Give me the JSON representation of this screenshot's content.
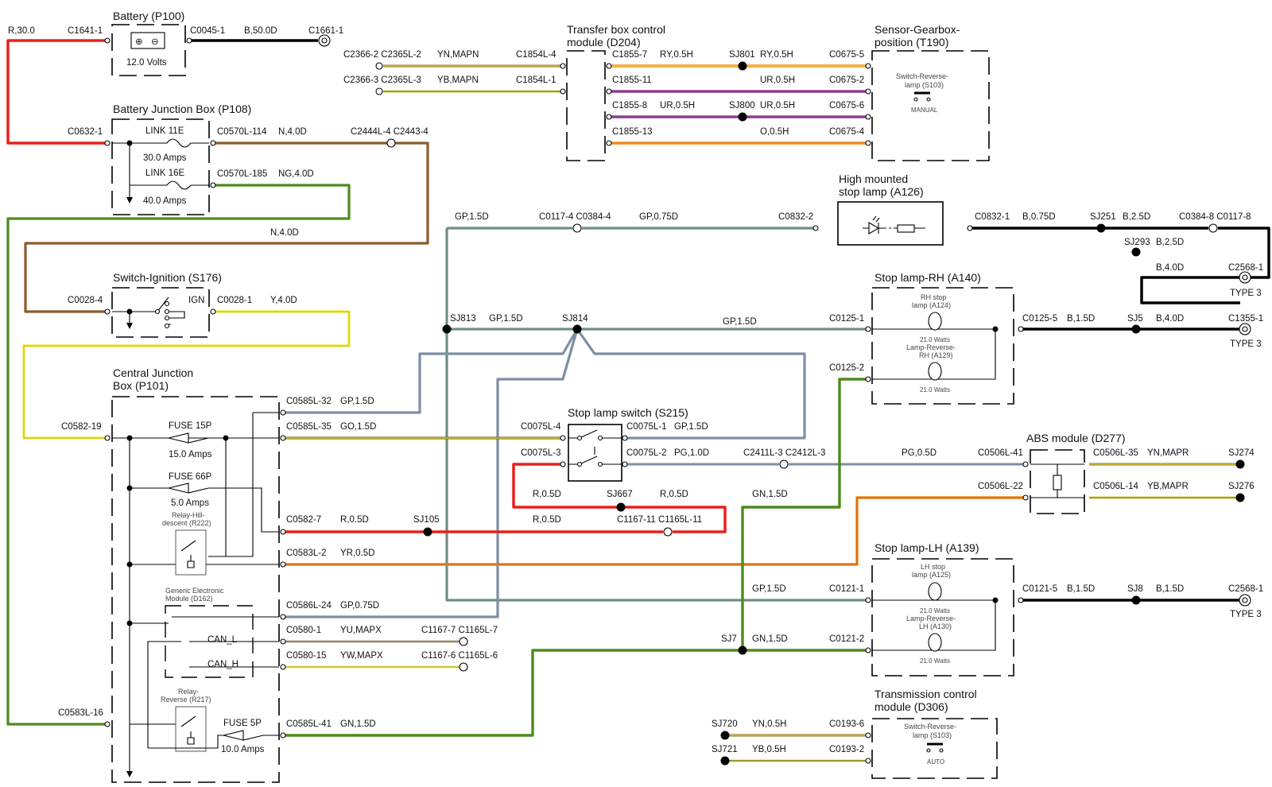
{
  "colors": {
    "red": "#e8211d",
    "black": "#000000",
    "brown": "#8b5a2b",
    "green": "#4e8a1c",
    "yellow": "#f2ea3c",
    "gray_green": "#6f8f84",
    "slate": "#7d8fa3",
    "purple": "#8e3c8e",
    "orange": "#f08a1d"
  },
  "components": {
    "battery": {
      "title": "Battery (P100)",
      "rating": "12.0 Volts"
    },
    "battery_junction_box": {
      "title": "Battery Junction Box (P108)",
      "link1": "LINK 11E",
      "link1_rating": "30.0 Amps",
      "link2": "LINK 16E",
      "link2_rating": "40.0 Amps"
    },
    "ignition_switch": {
      "title": "Switch-Ignition (S176)",
      "pos": "IGN"
    },
    "central_junction_box": {
      "title1": "Central Junction",
      "title2": "Box (P101)",
      "fuse15": "FUSE 15P",
      "fuse15_rating": "15.0 Amps",
      "fuse66": "FUSE 66P",
      "fuse66_rating": "5.0 Amps",
      "relay_hill1": "Relay-Hill-",
      "relay_hill2": "descent (R222)",
      "gem1": "Generic Electronic",
      "gem2": "Module (D162)",
      "can_l": "CAN_L",
      "can_h": "CAN_H",
      "relay_rev1": "Relay-",
      "relay_rev2": "Reverse (R217)",
      "fuse5": "FUSE 5P",
      "fuse5_rating": "10.0 Amps"
    },
    "transfer_box": {
      "title1": "Transfer box control",
      "title2": "module (D204)"
    },
    "sensor_gearbox": {
      "title1": "Sensor-Gearbox-",
      "title2": "position (T190)",
      "inner1": "Switch-Reverse-",
      "inner2": "lamp (S103)",
      "mode": "MANUAL"
    },
    "high_stop": {
      "title1": "High mounted",
      "title2": "stop lamp (A126)"
    },
    "stop_rh": {
      "title": "Stop lamp-RH (A140)",
      "l1a": "RH stop",
      "l1b": "lamp (A124)",
      "w1": "21.0 Watts",
      "l2a": "Lamp-Reverse-",
      "l2b": "RH (A129)",
      "w2": "21.0 Watts"
    },
    "stop_switch": {
      "title": "Stop lamp switch (S215)"
    },
    "abs": {
      "title": "ABS module (D277)"
    },
    "stop_lh": {
      "title": "Stop lamp-LH (A139)",
      "l1a": "LH stop",
      "l1b": "lamp (A125)",
      "w1": "21.0 Watts",
      "l2a": "Lamp-Reverse-",
      "l2b": "LH (A130)",
      "w2": "21.0 Watts"
    },
    "tcm": {
      "title1": "Transmission control",
      "title2": "module (D306)",
      "inner1": "Switch-Reverse-",
      "inner2": "lamp (S103)",
      "mode": "AUTO"
    }
  },
  "labels": {
    "r_30": "R,30.0",
    "c1641": "C1641-1",
    "c0045": "C0045-1",
    "b_50": "B,50.0D",
    "c1661": "C1661-1",
    "c0632": "C0632-1",
    "c0570_114": "C0570L-114",
    "n_4": "N,4.0D",
    "c2444": "C2444L-4 C2443-4",
    "c0570_185": "C0570L-185",
    "ng_4": "NG,4.0D",
    "n_4b": "N,4.0D",
    "c0028_4": "C0028-4",
    "c0028_1": "C0028-1",
    "y_4": "Y,4.0D",
    "c0582_19": "C0582-19",
    "c0583_16": "C0583L-16",
    "c0585_32": "C0585L-32",
    "gp15a": "GP,1.5D",
    "c0585_35": "C0585L-35",
    "go15": "GO,1.5D",
    "c0582_7": "C0582-7",
    "r05a": "R,0.5D",
    "sj105": "SJ105",
    "r05b": "R,0.5D",
    "c1167_11": "C1167-11 C1165L-11",
    "c0583_2": "C0583L-2",
    "yr05": "YR,0.5D",
    "c0586_24": "C0586L-24",
    "gp075a": "GP,0.75D",
    "c0580_1": "C0580-1",
    "yu": "YU,MAPX",
    "c1167_7": "C1167-7 C1165L-7",
    "c0580_15": "C0580-15",
    "yw": "YW,MAPX",
    "c1167_6": "C1167-6 C1165L-6",
    "c0585_41": "C0585L-41",
    "gn15a": "GN,1.5D",
    "c2366_2": "C2366-2 C2365L-2",
    "yn_mapn": "YN,MAPN",
    "c1854_4": "C1854L-4",
    "c2366_3": "C2366-3 C2365L-3",
    "yb_mapn": "YB,MAPN",
    "c1854_1": "C1854L-1",
    "c1855_7": "C1855-7",
    "ry05a": "RY,0.5H",
    "sj801": "SJ801",
    "ry05b": "RY,0.5H",
    "c0675_5": "C0675-5",
    "c1855_11": "C1855-11",
    "ur05a": "UR,0.5H",
    "c0675_2": "C0675-2",
    "c1855_8": "C1855-8",
    "ur05b": "UR,0.5H",
    "sj800": "SJ800",
    "ur05c": "UR,0.5H",
    "c0675_6": "C0675-6",
    "c1855_13": "C1855-13",
    "o05": "O,0.5H",
    "c0675_4": "C0675-4",
    "gp15b": "GP,1.5D",
    "c0117_4": "C0117-4 C0384-4",
    "gp075b": "GP,0.75D",
    "c0832_2": "C0832-2",
    "c0832_1": "C0832-1",
    "b075": "B,0.75D",
    "sj251": "SJ251",
    "b25a": "B,2.5D",
    "c0384_8": "C0384-8 C0117-8",
    "sj293": "SJ293",
    "b25b": "B,2.5D",
    "b40a": "B,4.0D",
    "c2568_1a": "C2568-1",
    "type3a": "TYPE 3",
    "sj813": "SJ813",
    "gp15c": "GP,1.5D",
    "sj814": "SJ814",
    "gp15d": "GP,1.5D",
    "c0125_1": "C0125-1",
    "c0125_5": "C0125-5",
    "b15a": "B,1.5D",
    "sj5": "SJ5",
    "b40b": "B,4.0D",
    "c1355_1": "C1355-1",
    "type3b": "TYPE 3",
    "c0125_2": "C0125-2",
    "c0075_4": "C0075L-4",
    "c0075_1": "C0075L-1",
    "gp15e": "GP,1.5D",
    "c0075_3": "C0075L-3",
    "c0075_2": "C0075L-2",
    "pg10": "PG,1.0D",
    "c2411": "C2411L-3 C2412L-3",
    "pg05": "PG,0.5D",
    "c0506_41": "C0506L-41",
    "c0506_35": "C0506L-35",
    "yn_mapr": "YN,MAPR",
    "sj274": "SJ274",
    "c0506_14": "C0506L-14",
    "yb_mapr": "YB,MAPR",
    "sj276": "SJ276",
    "c0506_22": "C0506L-22",
    "r05c": "R,0.5D",
    "sj667": "SJ667",
    "r05d": "R,0.5D",
    "gn15b": "GN,1.5D",
    "gp15f": "GP,1.5D",
    "c0121_1": "C0121-1",
    "c0121_5": "C0121-5",
    "b15b": "B,1.5D",
    "sj8": "SJ8",
    "b15c": "B,1.5D",
    "c2568_1b": "C2568-1",
    "type3c": "TYPE 3",
    "sj7": "SJ7",
    "gn15c": "GN,1.5D",
    "c0121_2": "C0121-2",
    "sj720": "SJ720",
    "yn05": "YN,0.5H",
    "c0193_6": "C0193-6",
    "sj721": "SJ721",
    "yb05": "YB,0.5H",
    "c0193_2": "C0193-2"
  }
}
